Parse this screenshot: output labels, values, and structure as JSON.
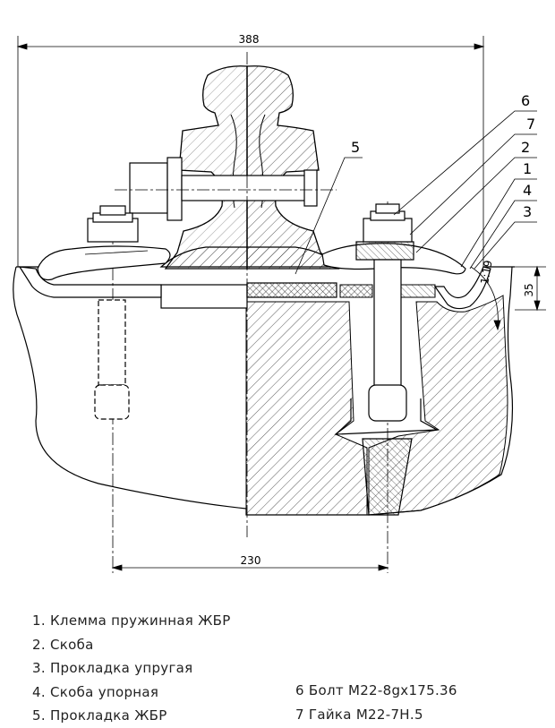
{
  "dimensions": {
    "top_width": "388",
    "bottom_width": "230",
    "height": "35",
    "angle": "1:19"
  },
  "callouts": [
    "6",
    "7",
    "2",
    "1",
    "4",
    "3",
    "5"
  ],
  "legend": {
    "items_left": [
      "1. Клемма пружинная ЖБР",
      "2. Скоба",
      "3. Прокладка упругая",
      "4. Скоба упорная",
      "5. Прокладка ЖБР"
    ],
    "items_right": [
      "6 Болт М22-8gх175.36",
      "7  Гайка М22-7Н.5"
    ]
  }
}
